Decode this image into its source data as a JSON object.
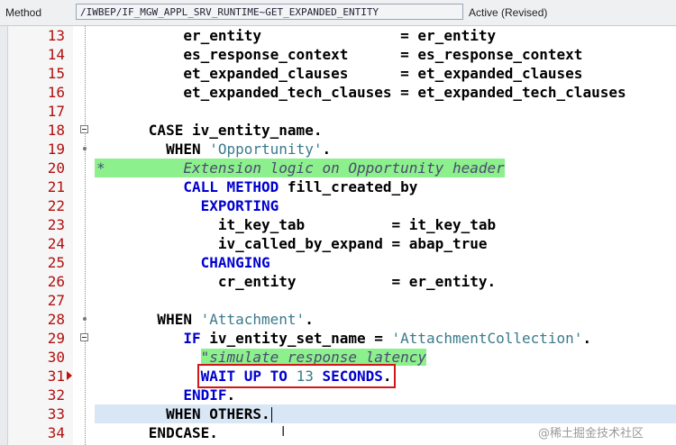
{
  "header": {
    "label": "Method",
    "method_name": "/IWBEP/IF_MGW_APPL_SRV_RUNTIME~GET_EXPANDED_ENTITY",
    "status": "Active (Revised)"
  },
  "code_lines": [
    {
      "num": "13",
      "parts": [
        {
          "t": "          er_entity                = er_entity",
          "c": "bold"
        }
      ]
    },
    {
      "num": "14",
      "parts": [
        {
          "t": "          es_response_context      = es_response_context",
          "c": "bold"
        }
      ]
    },
    {
      "num": "15",
      "parts": [
        {
          "t": "          et_expanded_clauses      = et_expanded_clauses",
          "c": "bold"
        }
      ]
    },
    {
      "num": "16",
      "parts": [
        {
          "t": "          et_expanded_tech_clauses = et_expanded_tech_clauses",
          "c": "bold"
        }
      ]
    },
    {
      "num": "17",
      "parts": []
    },
    {
      "num": "18",
      "fold": "box",
      "parts": [
        {
          "t": "      CASE iv_entity_name.",
          "c": "bold"
        }
      ]
    },
    {
      "num": "19",
      "fold": "dot",
      "parts": [
        {
          "t": "        WHEN ",
          "c": "bold"
        },
        {
          "t": "'Opportunity'",
          "c": "str"
        },
        {
          "t": ".",
          "c": "bold"
        }
      ]
    },
    {
      "num": "20",
      "comment": true,
      "parts": [
        {
          "t": "*         Extension logic on Opportunity header",
          "c": "comment"
        }
      ]
    },
    {
      "num": "21",
      "parts": [
        {
          "t": "          ",
          "c": ""
        },
        {
          "t": "CALL METHOD",
          "c": "kw"
        },
        {
          "t": " fill_created_by",
          "c": "bold"
        }
      ]
    },
    {
      "num": "22",
      "parts": [
        {
          "t": "            ",
          "c": ""
        },
        {
          "t": "EXPORTING",
          "c": "kw"
        }
      ]
    },
    {
      "num": "23",
      "parts": [
        {
          "t": "              it_key_tab          = it_key_tab",
          "c": "bold"
        }
      ]
    },
    {
      "num": "24",
      "parts": [
        {
          "t": "              iv_called_by_expand = abap_true",
          "c": "bold"
        }
      ]
    },
    {
      "num": "25",
      "parts": [
        {
          "t": "            ",
          "c": ""
        },
        {
          "t": "CHANGING",
          "c": "kw"
        }
      ]
    },
    {
      "num": "26",
      "parts": [
        {
          "t": "              cr_entity           = er_entity.",
          "c": "bold"
        }
      ]
    },
    {
      "num": "27",
      "parts": []
    },
    {
      "num": "28",
      "fold": "dot",
      "parts": [
        {
          "t": "       WHEN ",
          "c": "bold"
        },
        {
          "t": "'Attachment'",
          "c": "str"
        },
        {
          "t": ".",
          "c": "bold"
        }
      ]
    },
    {
      "num": "29",
      "fold": "box",
      "parts": [
        {
          "t": "          ",
          "c": ""
        },
        {
          "t": "IF",
          "c": "kw"
        },
        {
          "t": " iv_entity_set_name = ",
          "c": "bold"
        },
        {
          "t": "'AttachmentCollection'",
          "c": "str"
        },
        {
          "t": ".",
          "c": "bold"
        }
      ]
    },
    {
      "num": "30",
      "parts": [
        {
          "t": "            ",
          "c": ""
        },
        {
          "t": "\"simulate response latency",
          "c": "comment"
        }
      ]
    },
    {
      "num": "31",
      "bp": true,
      "parts": [
        {
          "t": "            ",
          "c": ""
        },
        {
          "t": "WAIT UP TO ",
          "c": "kw box"
        },
        {
          "t": "13",
          "c": "num box"
        },
        {
          "t": " SECONDS",
          "c": "kw box"
        },
        {
          "t": ".",
          "c": "bold box"
        }
      ]
    },
    {
      "num": "32",
      "parts": [
        {
          "t": "          ",
          "c": ""
        },
        {
          "t": "ENDIF",
          "c": "kw"
        },
        {
          "t": ".",
          "c": "bold"
        }
      ]
    },
    {
      "num": "33",
      "current": true,
      "parts": [
        {
          "t": "        WHEN OTHERS.",
          "c": "bold"
        },
        {
          "t": "",
          "c": "caret"
        }
      ]
    },
    {
      "num": "34",
      "parts": [
        {
          "t": "      ENDCASE.",
          "c": "bold"
        }
      ]
    }
  ],
  "watermark": "@稀土掘金技术社区"
}
